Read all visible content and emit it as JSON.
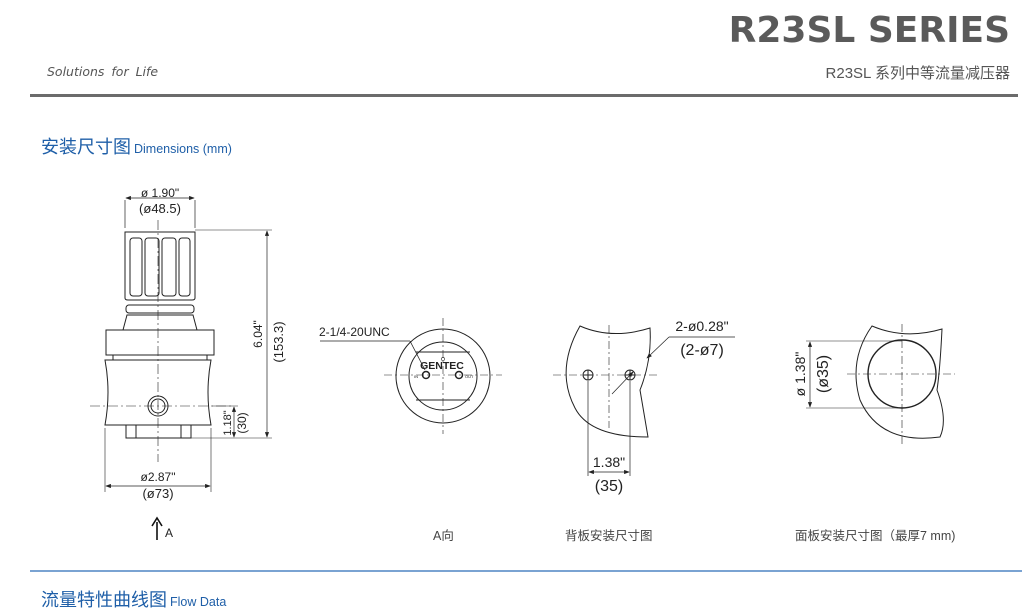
{
  "header": {
    "series_title": "R23SL SERIES",
    "series_subtitle": "R23SL 系列中等流量减压器",
    "tagline": "Solutions for Life"
  },
  "dimensions_section": {
    "title_cn": "安装尺寸图",
    "title_en": "Dimensions (mm)",
    "side_view": {
      "top_diameter_in": "ø 1.90\"",
      "top_diameter_mm": "(ø48.5)",
      "height_in": "6.04\"",
      "height_mm": "(153.3)",
      "port_height_in": "1.18\"",
      "port_height_mm": "(30)",
      "body_diameter_in": "ø2.87\"",
      "body_diameter_mm": "(ø73)",
      "view_arrow_label": "A"
    },
    "a_view": {
      "thread_label": "2-1/4-20UNC",
      "brand_label": "GENTEC",
      "in_label": "IN",
      "out_label": "OUT",
      "caption": "A向"
    },
    "back_panel": {
      "hole_label_in": "2-ø0.28\"",
      "hole_label_mm": "(2-ø7)",
      "spacing_in": "1.38\"",
      "spacing_mm": "(35)",
      "caption": "背板安装尺寸图"
    },
    "front_panel": {
      "diameter_in": "ø 1.38\"",
      "diameter_mm": "(ø35)",
      "caption": "面板安装尺寸图（最厚7 mm)"
    }
  },
  "flow_section": {
    "title_cn": "流量特性曲线图",
    "title_en": "Flow Data"
  }
}
